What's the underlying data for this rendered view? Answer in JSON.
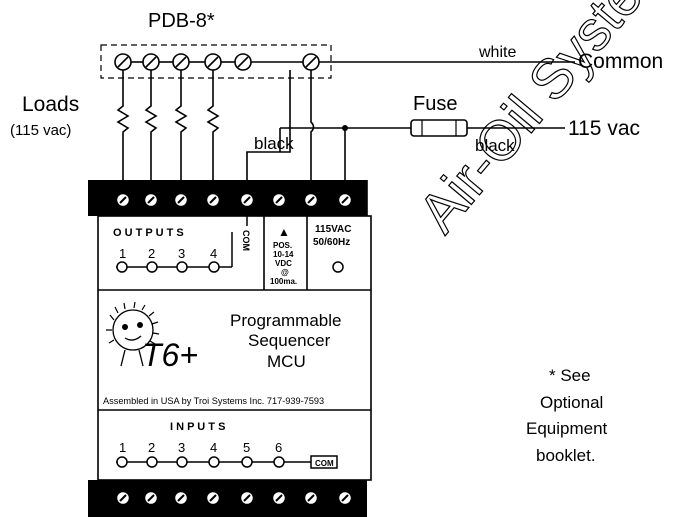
{
  "pdb": {
    "label": "PDB-8*"
  },
  "loads": {
    "label": "Loads",
    "sub": "(115 vac)"
  },
  "wires": {
    "white": "white",
    "common": "Common",
    "fuse": "Fuse",
    "black_left": "black",
    "black_right": "black",
    "power": "115 vac"
  },
  "module": {
    "outputs_title": "O U T P U T S",
    "output_nums": [
      "1",
      "2",
      "3",
      "4"
    ],
    "com_vertical": "COM",
    "pos_arrow": "▲",
    "pos_lines": [
      "POS.",
      "10-14",
      "VDC",
      "@",
      "100ma."
    ],
    "ac_lines": [
      "115VAC",
      "50/60Hz"
    ],
    "product_lines": [
      "Programmable",
      "Sequencer",
      "MCU"
    ],
    "logo_text": "T6+",
    "assembled": "Assembled in USA  by Troi Systems Inc. 717-939-7593",
    "inputs_title": "I N P U T S",
    "input_nums": [
      "1",
      "2",
      "3",
      "4",
      "5",
      "6"
    ],
    "com_box": "COM"
  },
  "note": {
    "lines": [
      "* See",
      "Optional",
      "Equipment",
      "booklet."
    ]
  },
  "watermark": {
    "text": "Air-Oil Systems"
  }
}
